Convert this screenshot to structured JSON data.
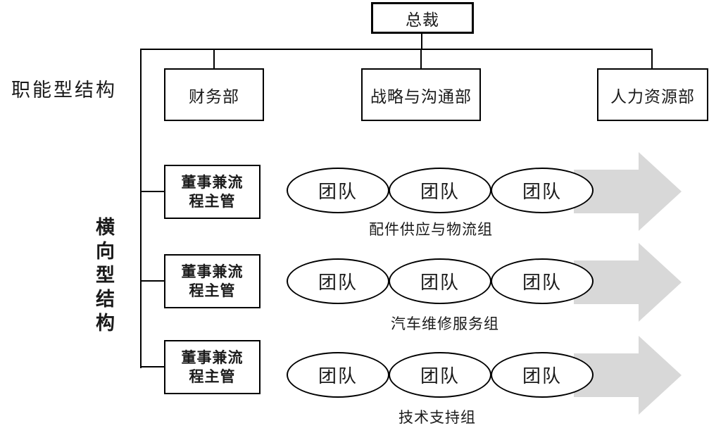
{
  "diagram": {
    "title_box": "总裁",
    "functional_section": {
      "label": "职能型结构",
      "departments": [
        "财务部",
        "战略与沟通部",
        "人力资源部"
      ]
    },
    "horizontal_section": {
      "label": "横向型结构",
      "rows": [
        {
          "manager_label": "董事兼流程主管",
          "manager_lines": [
            "董事兼流",
            "程主管"
          ],
          "teams": [
            "团队",
            "团队",
            "团队"
          ],
          "group": "配件供应与物流组"
        },
        {
          "manager_label": "董事兼流程主管",
          "manager_lines": [
            "董事兼流",
            "程主管"
          ],
          "teams": [
            "团队",
            "团队",
            "团队"
          ],
          "group": "汽车维修服务组"
        },
        {
          "manager_label": "董事兼流程主管",
          "manager_lines": [
            "董事兼流",
            "程主管"
          ],
          "teams": [
            "团队",
            "团队",
            "团队"
          ],
          "group": "技术支持组"
        }
      ]
    },
    "colors": {
      "line": "#000000",
      "arrow": "#d8d8d8"
    }
  }
}
